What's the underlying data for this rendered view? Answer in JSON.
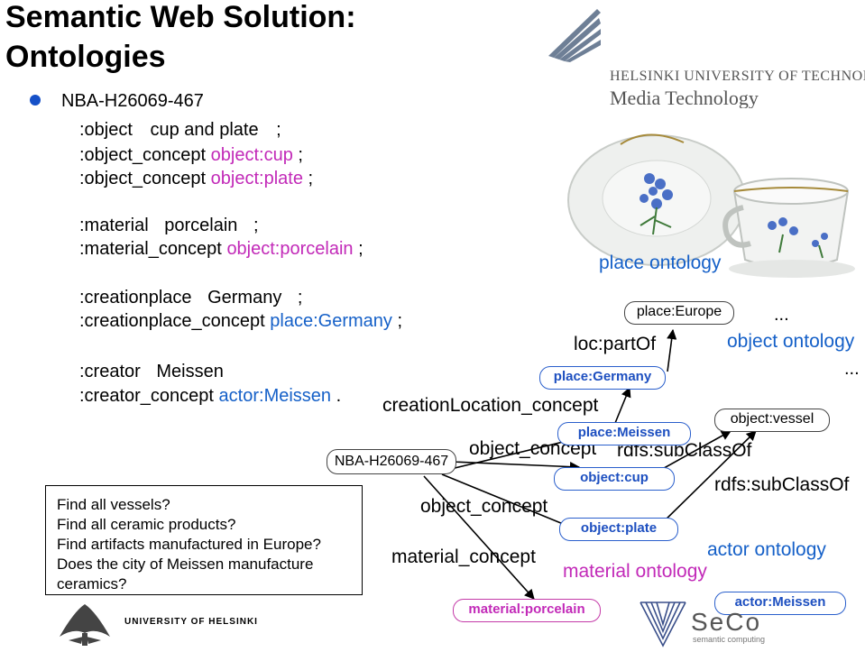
{
  "title": {
    "line1": "Semantic Web Solution:",
    "line2": "Ontologies"
  },
  "logo_text": {
    "university": "HELSINKI UNIVERSITY OF TECHNOLOGY",
    "department": "Media Technology",
    "seco_main": "SeCo",
    "seco_sub": "semantic computing",
    "uh": "UNIVERSITY OF HELSINKI"
  },
  "record": {
    "id": "NBA-H26069-467",
    "object_l": ":object",
    "object_v": "cup and plate",
    "semi1": ";",
    "oc_l": ":object_concept",
    "oc_v1": "object:cup",
    "oc_v2": "object:plate",
    "mat_l": ":material",
    "mat_v": "porcelain",
    "matc_l": ":material_concept",
    "matc_v": "object:porcelain",
    "cp_l": ":creationplace",
    "cp_v": "Germany",
    "cpc_l": ":creationplace_concept",
    "cpc_v": "place:Germany",
    "cr_l": ":creator",
    "cr_v": "Meissen",
    "crc_l": ":creator_concept",
    "crc_v": "actor:Meissen",
    "semi": ";",
    "dot": "."
  },
  "questions": [
    "Find all vessels?",
    "Find all ceramic products?",
    "Find artifacts manufactured in Europe?",
    "Does the city of Meissen manufacture",
    "ceramics?"
  ],
  "graph": {
    "nodes": {
      "record": "NBA-H26069-467",
      "europe": "place:Europe",
      "germany": "place:Germany",
      "meissen_place": "place:Meissen",
      "vessel": "object:vessel",
      "cup": "object:cup",
      "plate": "object:plate",
      "porcelain": "material:porcelain",
      "meissen_actor": "actor:Meissen"
    },
    "relations": {
      "part_of": "loc:partOf",
      "creation_location": "creationLocation_concept",
      "object_concept_1": "object_concept",
      "object_concept_2": "object_concept",
      "material_concept": "material_concept",
      "subclass_1": "rdfs:subClassOf",
      "subclass_2": "rdfs:subClassOf"
    },
    "ontologies": {
      "place": "place ontology",
      "object": "object ontology",
      "material": "material ontology",
      "actor": "actor ontology"
    },
    "ellipsis": "..."
  },
  "colors": {
    "magenta": "#c22ab8",
    "blue": "#1560c8",
    "red": "#b40a0a"
  }
}
